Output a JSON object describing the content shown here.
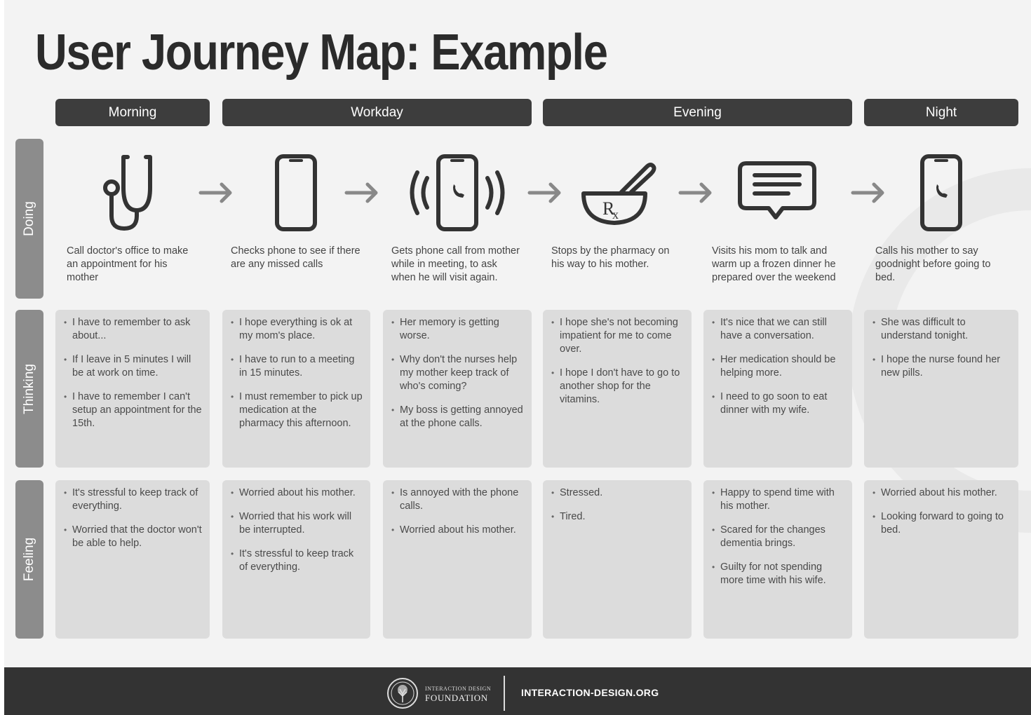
{
  "title": "User Journey Map: Example",
  "phases": [
    "Morning",
    "Workday",
    "Evening",
    "Night"
  ],
  "rows": [
    "Doing",
    "Thinking",
    "Feeling"
  ],
  "icons": [
    "stethoscope-icon",
    "mobile-phone-icon",
    "incoming-call-phone-icon",
    "mortar-pestle-rx-icon",
    "chat-message-icon",
    "phone-call-icon"
  ],
  "doing": [
    "Call doctor's office to make an appointment for his mother",
    "Checks phone to see if there are any missed calls",
    "Gets phone call from mother while in meeting, to ask when he will visit again.",
    "Stops by the pharmacy on his way to his mother.",
    "Visits his mom to talk and warm up a frozen dinner he prepared over the weekend",
    "Calls his mother to say goodnight before going to bed."
  ],
  "thinking": [
    [
      "I have to remember to ask about...",
      "If I leave in 5 minutes I will be at work on time.",
      "I have to remember I can't setup an appointment for the 15th."
    ],
    [
      "I hope everything is ok at my mom's place.",
      "I have to run to a meeting in 15 minutes.",
      "I must remember to pick up medication at the pharmacy this afternoon."
    ],
    [
      "Her memory is getting worse.",
      "Why don't the nurses help my mother keep track of who's coming?",
      "My boss is getting annoyed at the phone calls."
    ],
    [
      "I hope she's not becoming impatient for me to come over.",
      "I hope I don't have to go to another shop for the vitamins."
    ],
    [
      "It's nice that we can still have a conversation.",
      "Her medication should be helping more.",
      "I need to go soon to eat dinner with my wife."
    ],
    [
      "She was difficult to understand tonight.",
      "I hope the nurse found her new pills."
    ]
  ],
  "feeling": [
    [
      "It's stressful to keep track of everything.",
      "Worried that the doctor won't be able to help."
    ],
    [
      "Worried about his mother.",
      "Worried that his work will be interrupted.",
      "It's stressful to keep track of everything."
    ],
    [
      "Is annoyed with the phone calls.",
      "Worried about his mother."
    ],
    [
      "Stressed.",
      "Tired."
    ],
    [
      "Happy to spend time with his mother.",
      "Scared for the changes dementia brings.",
      "Guilty for not spending more time with his wife."
    ],
    [
      "Worried about his mother.",
      "Looking forward to going to bed."
    ]
  ],
  "footer": {
    "org_small": "INTERACTION DESIGN",
    "org_big": "FOUNDATION",
    "url": "INTERACTION-DESIGN.ORG"
  },
  "colors": {
    "background": "#f3f3f3",
    "phase_header": "#3d3d3d",
    "row_label": "#8c8c8c",
    "card": "#dcdcdc",
    "footer": "#333333"
  }
}
